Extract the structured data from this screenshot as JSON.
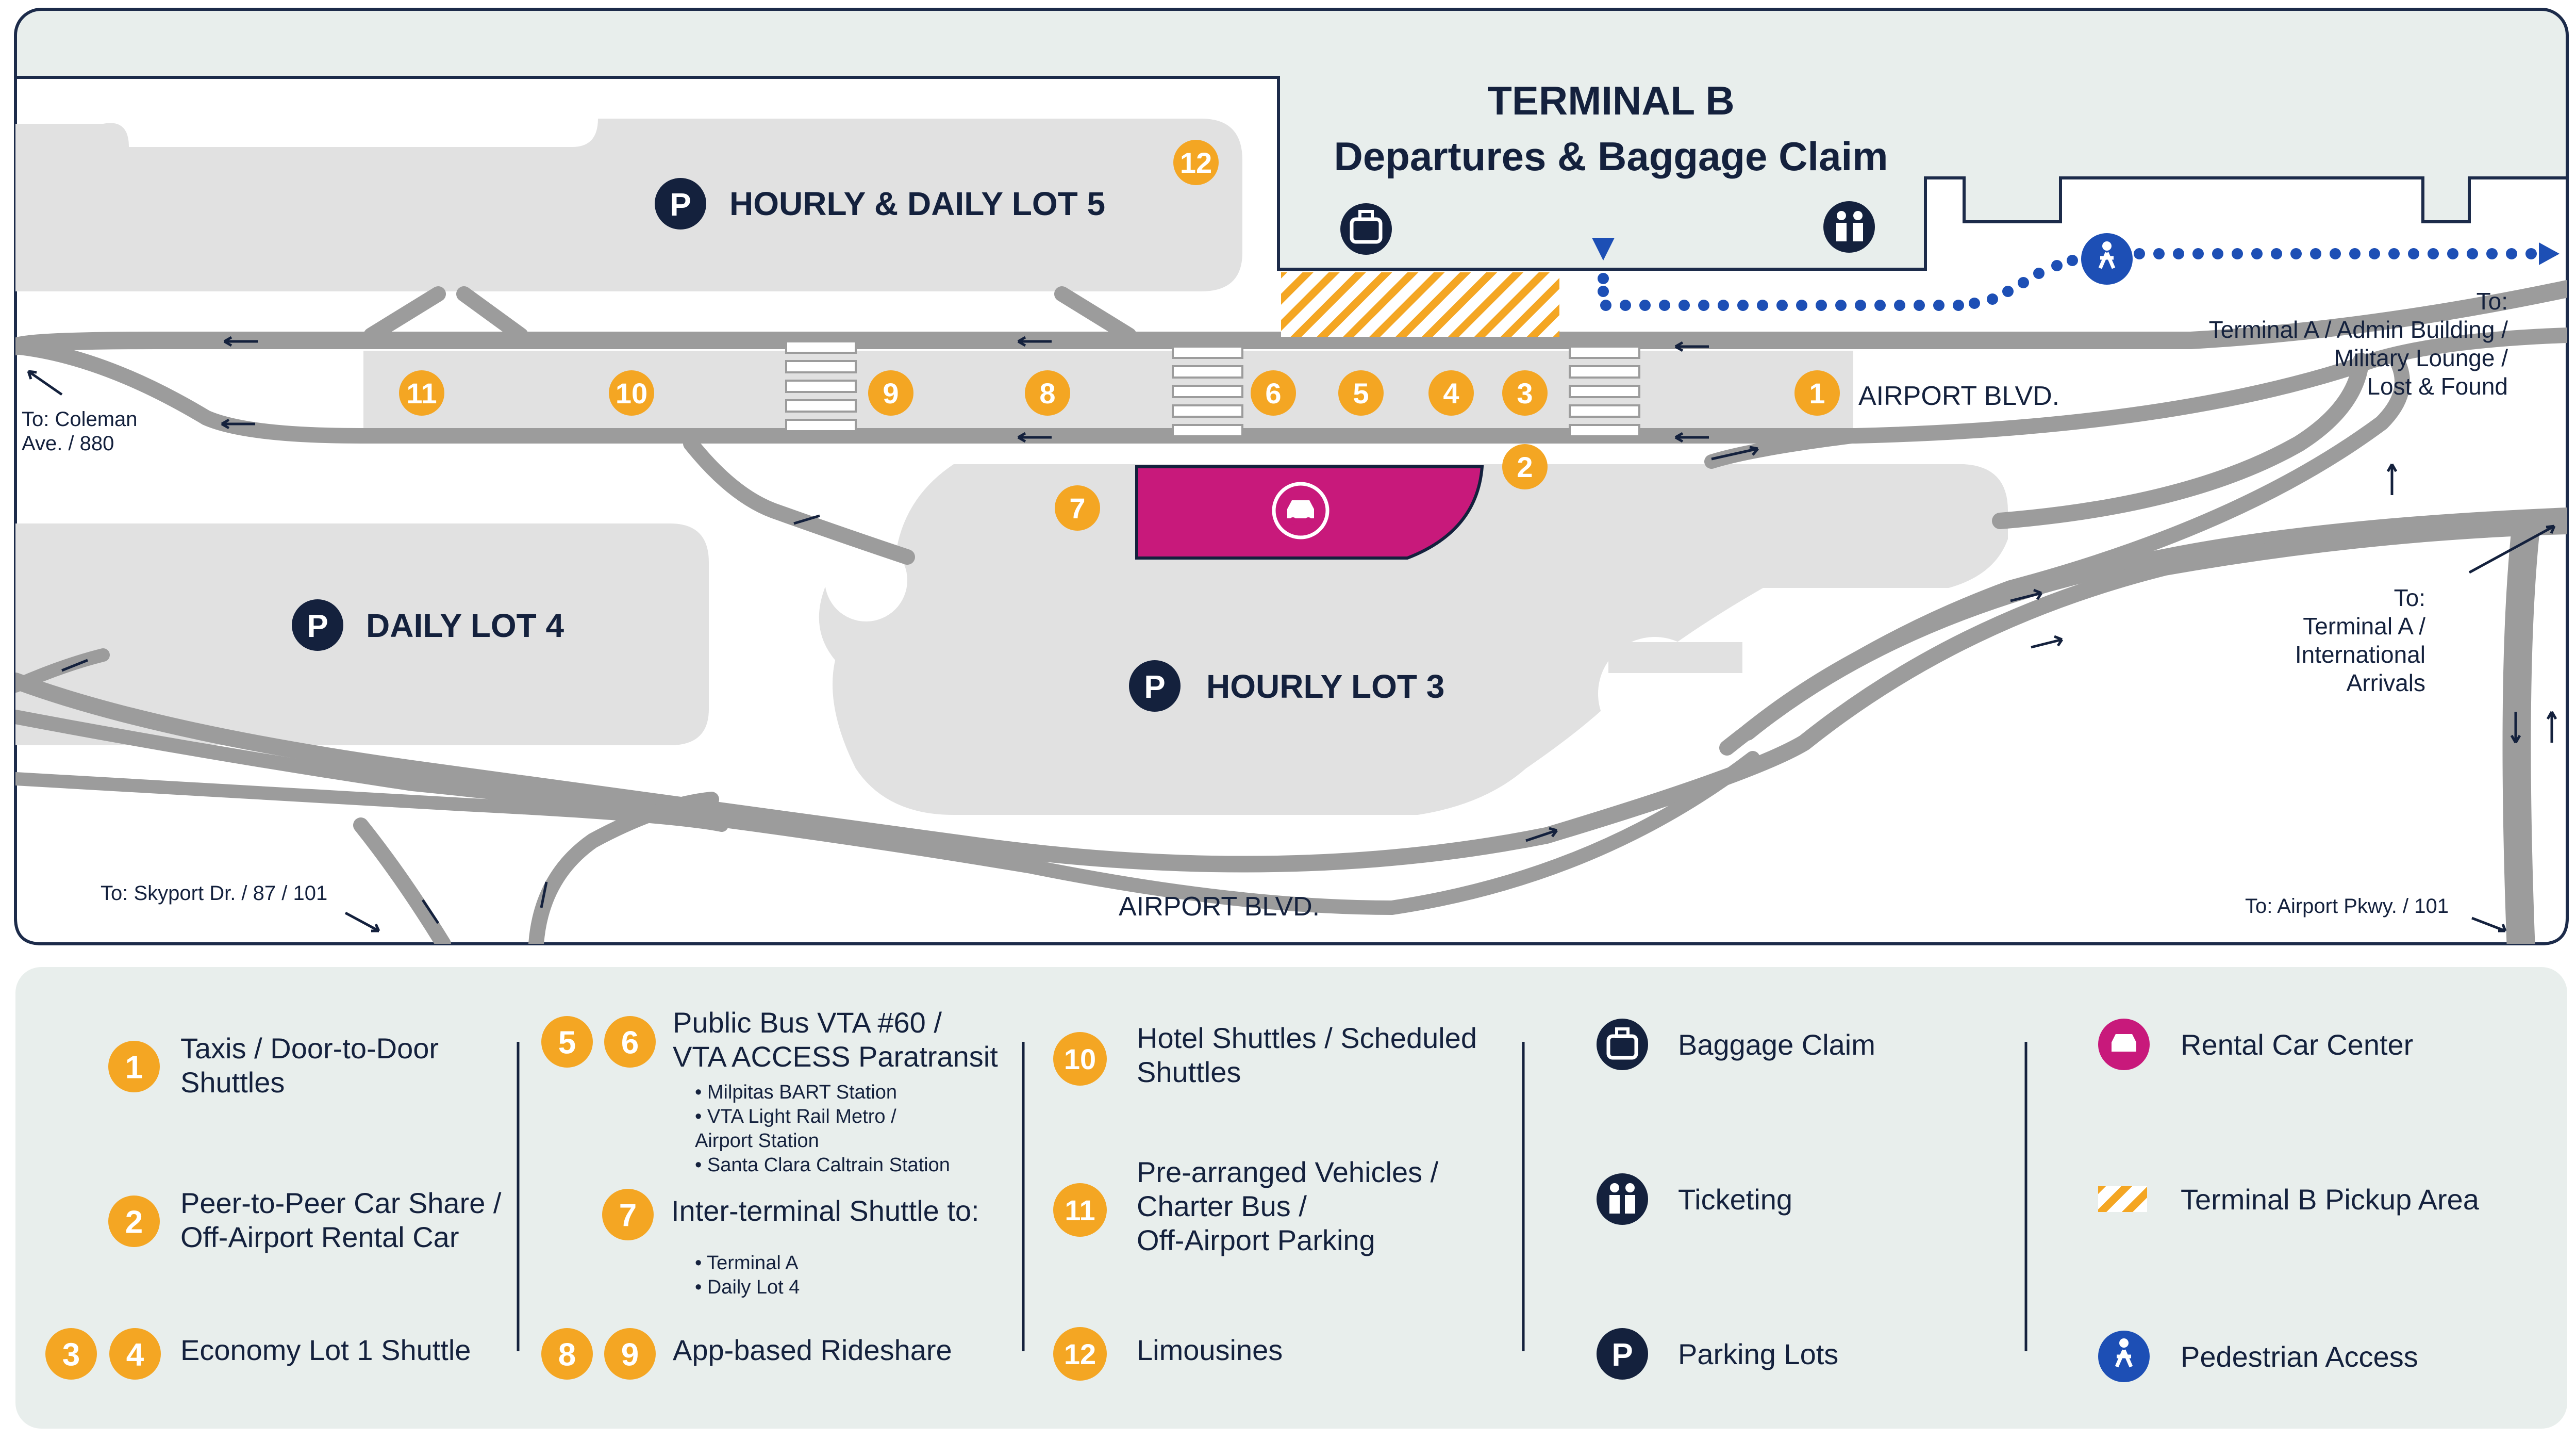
{
  "colors": {
    "frame_bg": "#e8eeec",
    "frame_border": "#1c2b4a",
    "lot": "#e1e1e1",
    "road": "#9c9c9c",
    "navy": "#14213d",
    "orange": "#f4a623",
    "magenta": "#c8197b",
    "pickup_stripe": "#f4a623",
    "pedestrian": "#1d4fb5",
    "legend_bg": "#e8eeec"
  },
  "map": {
    "terminal": {
      "title": "TERMINAL B",
      "subtitle": "Departures & Baggage Claim"
    },
    "lots": {
      "lot5": "HOURLY & DAILY LOT 5",
      "lot4": "DAILY LOT 4",
      "lot3": "HOURLY LOT 3",
      "parking_symbol": "P"
    },
    "roads": {
      "upper": "AIRPORT BLVD.",
      "lower": "AIRPORT BLVD."
    },
    "directions": {
      "coleman": [
        "To: Coleman",
        "Ave. / 880"
      ],
      "terminal_a_admin": [
        "To:",
        "Terminal A / Admin Building /",
        "Military Lounge /",
        "Lost & Found"
      ],
      "terminal_a_intl": [
        "To:",
        "Terminal A /",
        "International",
        "Arrivals"
      ],
      "skyport": "To: Skyport Dr. / 87 / 101",
      "airport_pkwy": "To: Airport Pkwy. / 101"
    },
    "pins": [
      "1",
      "2",
      "3",
      "4",
      "5",
      "6",
      "7",
      "8",
      "9",
      "10",
      "11",
      "12"
    ],
    "icons": [
      "baggage-claim-icon",
      "ticketing-icon",
      "rental-car-icon",
      "pedestrian-access-icon"
    ]
  },
  "legend": {
    "col1": [
      {
        "nums": [
          "1"
        ],
        "lines": [
          "Taxis / Door-to-Door",
          "Shuttles"
        ]
      },
      {
        "nums": [
          "2"
        ],
        "lines": [
          "Peer-to-Peer Car Share /",
          "Off-Airport Rental Car"
        ]
      },
      {
        "nums": [
          "3",
          "4"
        ],
        "lines": [
          "Economy Lot 1 Shuttle"
        ]
      }
    ],
    "col2": [
      {
        "nums": [
          "5",
          "6"
        ],
        "lines": [
          "Public Bus VTA #60 /",
          "VTA ACCESS Paratransit"
        ],
        "bullets": [
          "• Milpitas BART Station",
          "• VTA Light Rail Metro /",
          "  Airport Station",
          "• Santa Clara Caltrain Station"
        ]
      },
      {
        "nums": [
          "7"
        ],
        "lines": [
          "Inter-terminal Shuttle to:"
        ],
        "bullets": [
          "• Terminal A",
          "• Daily Lot 4"
        ]
      },
      {
        "nums": [
          "8",
          "9"
        ],
        "lines": [
          "App-based Rideshare"
        ]
      }
    ],
    "col3": [
      {
        "nums": [
          "10"
        ],
        "lines": [
          "Hotel Shuttles / Scheduled",
          "Shuttles"
        ]
      },
      {
        "nums": [
          "11"
        ],
        "lines": [
          "Pre-arranged Vehicles /",
          "Charter Bus /",
          "Off-Airport Parking"
        ]
      },
      {
        "nums": [
          "12"
        ],
        "lines": [
          "Limousines"
        ]
      }
    ],
    "col4": [
      {
        "icon": "baggage-claim-icon",
        "label": "Baggage Claim"
      },
      {
        "icon": "ticketing-icon",
        "label": "Ticketing"
      },
      {
        "icon": "parking-icon",
        "label": "Parking Lots"
      }
    ],
    "col5": [
      {
        "icon": "rental-car-icon",
        "label": "Rental Car Center"
      },
      {
        "icon": "pickup-area-swatch",
        "label": "Terminal B Pickup Area"
      },
      {
        "icon": "pedestrian-access-icon",
        "label": "Pedestrian Access"
      }
    ]
  }
}
